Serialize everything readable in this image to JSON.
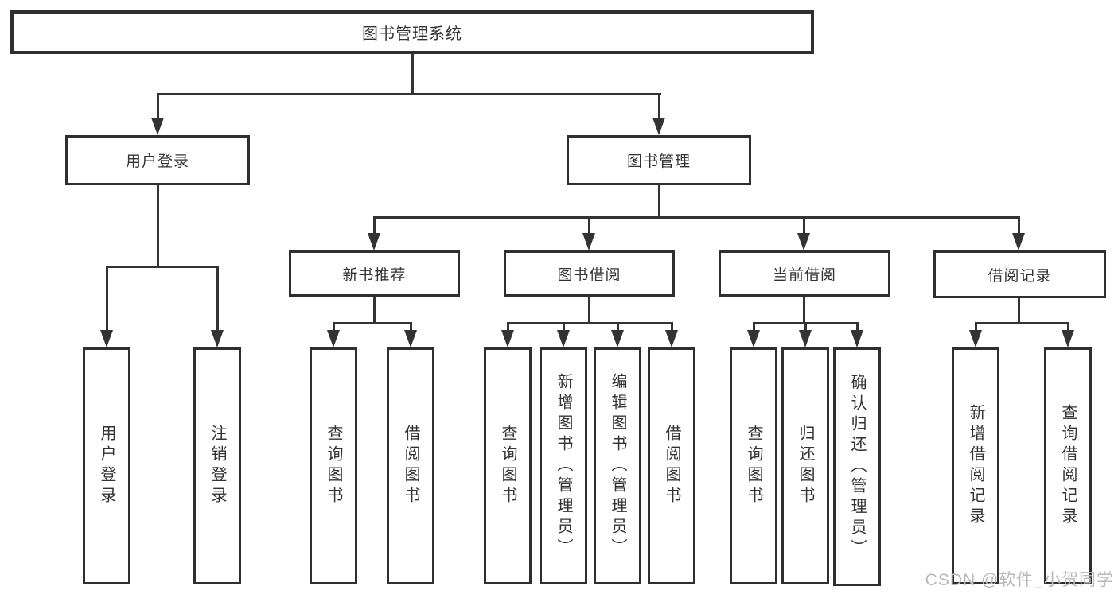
{
  "tree": {
    "root": {
      "label": "图书管理系统",
      "children": [
        {
          "label": "用户登录",
          "children": [
            {
              "label": "用户登录"
            },
            {
              "label": "注销登录"
            }
          ]
        },
        {
          "label": "图书管理",
          "children": [
            {
              "label": "新书推荐",
              "children": [
                {
                  "label": "查询图书"
                },
                {
                  "label": "借阅图书"
                }
              ]
            },
            {
              "label": "图书借阅",
              "children": [
                {
                  "label": "查询图书"
                },
                {
                  "label": "新增图书（管理员）"
                },
                {
                  "label": "编辑图书（管理员）"
                },
                {
                  "label": "借阅图书"
                }
              ]
            },
            {
              "label": "当前借阅",
              "children": [
                {
                  "label": "查询图书"
                },
                {
                  "label": "归还图书"
                },
                {
                  "label": "确认归还（管理员）"
                }
              ]
            },
            {
              "label": "借阅记录",
              "children": [
                {
                  "label": "新增借阅记录"
                },
                {
                  "label": "查询借阅记录"
                }
              ]
            }
          ]
        }
      ]
    }
  },
  "watermark": {
    "text": "CSDN @软件_小贺同学"
  },
  "colors": {
    "line": "#333333",
    "text": "#333333",
    "box_border": "#2f2f2f",
    "background": "#ffffff",
    "watermark": "#b9b9b9"
  }
}
